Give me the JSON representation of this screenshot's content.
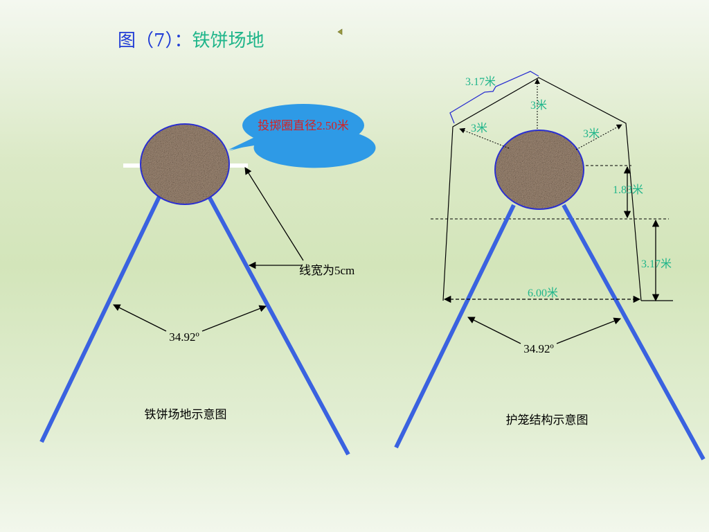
{
  "slide": {
    "title_prefix": "图（7）：",
    "title_main": "铁饼场地",
    "title_prefix_color": "#1f3bd6",
    "title_main_color": "#1fb58a",
    "back_button_icon": "triangle-left-icon"
  },
  "colors": {
    "sector_lines": "#3a62e0",
    "circle_outline": "#2a2fd0",
    "circle_fill": "#9c8a7a",
    "callout_fill": "#2e9ae6",
    "callout_text": "#d82020",
    "dimension_text": "#1fb58a",
    "brace": "#2a2fd0",
    "line_black": "#000000",
    "line_white": "#ffffff"
  },
  "left_diagram": {
    "callout_text": "投掷圈直径2.50米",
    "line_width_label": "线宽为5cm",
    "angle_label": "34.92º",
    "caption": "铁饼场地示意图"
  },
  "right_diagram": {
    "top_side_label": "3.17米",
    "radial_top_label": "3米",
    "radial_left_label": "3米",
    "radial_right_label": "3米",
    "height_upper_label": "1.83米",
    "height_lower_label": "3.17米",
    "width_label": "6.00米",
    "angle_label": "34.92º",
    "caption": "护笼结构示意图"
  }
}
